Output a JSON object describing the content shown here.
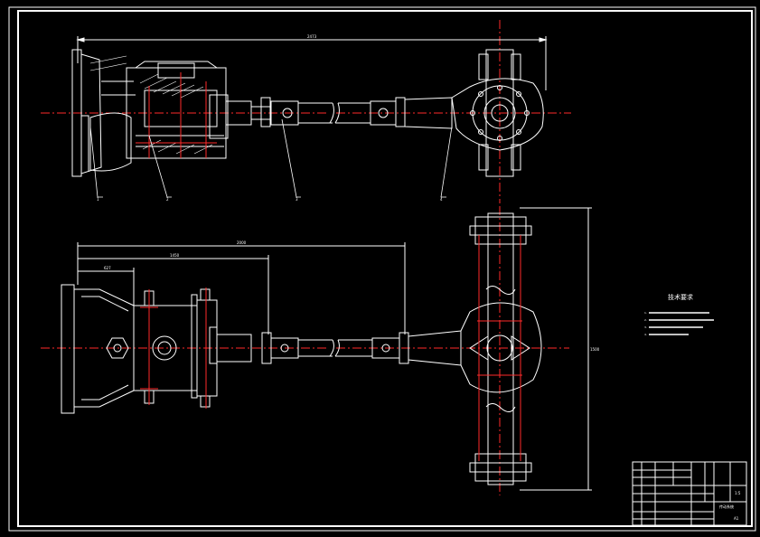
{
  "drawing": {
    "background": "#000000",
    "line_color": "#ffffff",
    "center_line_color": "#ff2a2a",
    "text_color": "#ffffff"
  },
  "requirements": {
    "heading": "技术要求",
    "items": [
      "1.",
      "2.",
      "3.",
      "4."
    ]
  },
  "dimensions": {
    "top_overall": "2473",
    "bottom_overall": "2000",
    "bottom_length_2": "1450",
    "bottom_length_3": "627",
    "vertical_track": "1500"
  },
  "leaders": [
    "1",
    "2",
    "3",
    "4"
  ],
  "title_block": {
    "drawing_title": "传动系统",
    "scale": "1:5",
    "sheet": "A1"
  }
}
